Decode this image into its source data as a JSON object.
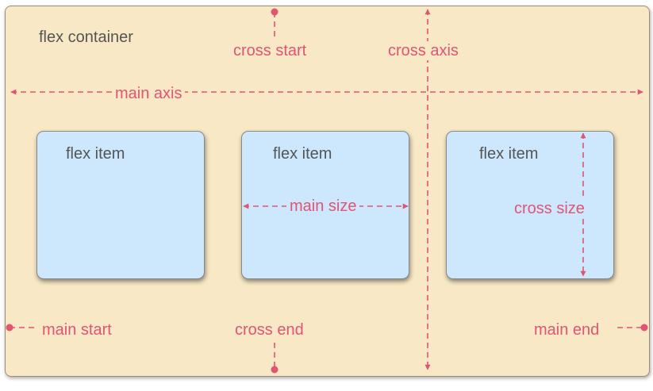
{
  "container": {
    "label": "flex container"
  },
  "items": [
    {
      "label": "flex item"
    },
    {
      "label": "flex item"
    },
    {
      "label": "flex item"
    }
  ],
  "labels": {
    "cross_start": "cross start",
    "cross_axis": "cross axis",
    "main_axis": "main axis",
    "main_size": "main size",
    "cross_size": "cross size",
    "main_start": "main start",
    "cross_end": "cross end",
    "main_end": "main end"
  },
  "colors": {
    "container_bg": "#f8e8c5",
    "item_bg": "#cde8fd",
    "accent": "#e05573",
    "text": "#555555"
  }
}
